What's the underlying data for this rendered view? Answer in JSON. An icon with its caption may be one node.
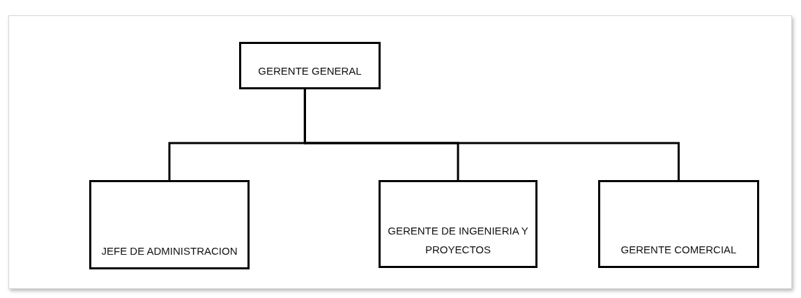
{
  "diagram": {
    "nodes": [
      {
        "text": [
          "GERENTE GENERAL"
        ]
      },
      {
        "text": [
          "JEFE DE ADMINISTRACION"
        ]
      },
      {
        "text": [
          "GERENTE DE INGENIERIA Y PROYECTOS"
        ]
      },
      {
        "text": [
          "GERENTE COMERCIAL"
        ]
      }
    ],
    "edges": [
      {
        "from": 0,
        "to": 1,
        "arrow": "none"
      },
      {
        "from": 0,
        "to": 2,
        "arrow": "none"
      },
      {
        "from": 0,
        "to": 3,
        "arrow": "none"
      }
    ]
  }
}
